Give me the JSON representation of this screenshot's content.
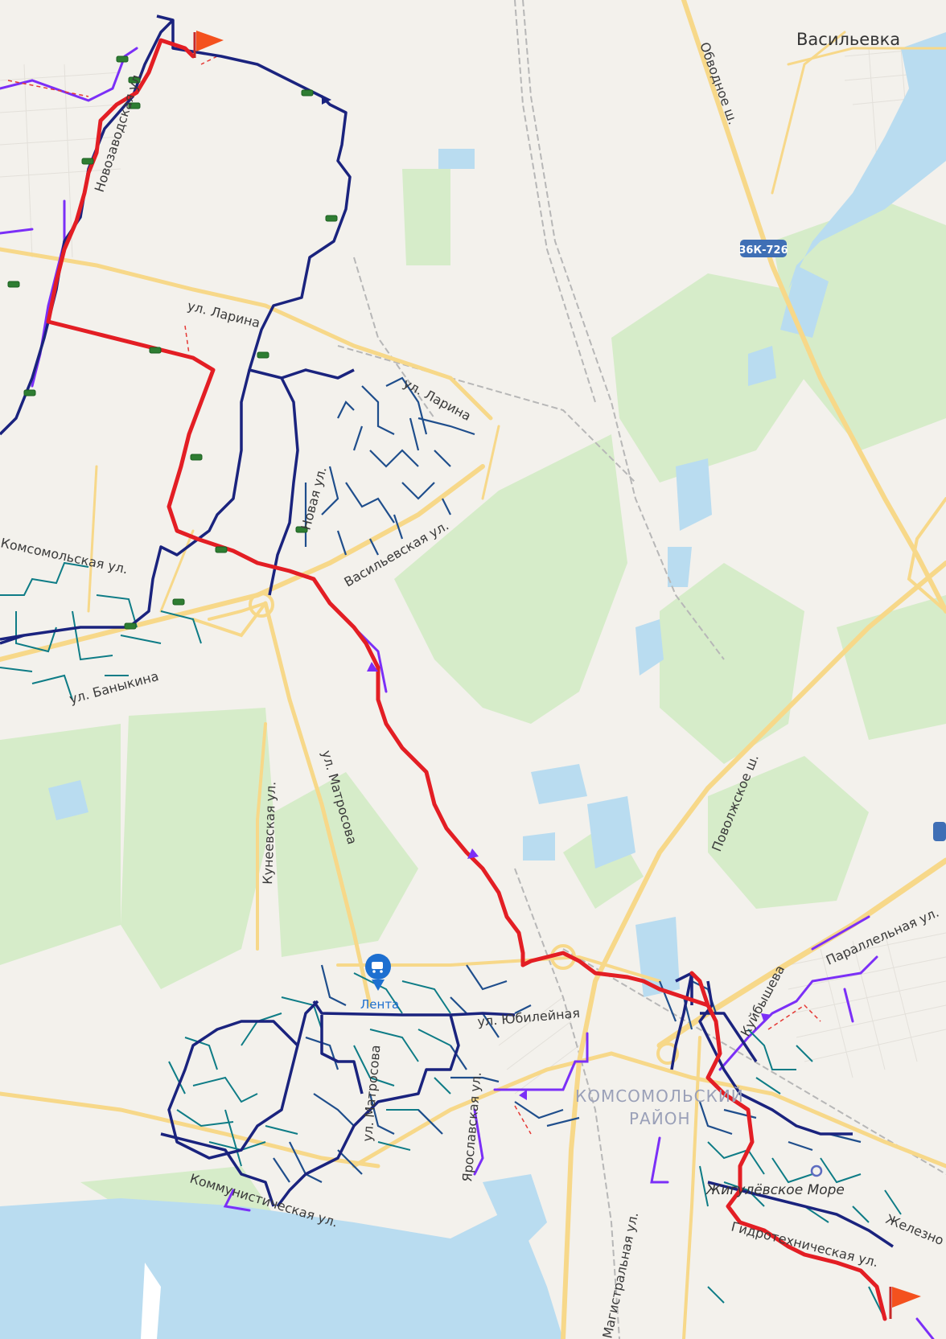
{
  "map": {
    "places": {
      "vasilevka": "Васильевка",
      "komsomolsky_1": "КОМСОМОЛЬСКИЙ",
      "komsomolsky_2": "РАЙОН",
      "zhigulevskoe_more": "Жигулёвское Море"
    },
    "roads": {
      "obvodnoe": "Обводное ш.",
      "route_36k": "36К-726",
      "novozavodskaya": "Новозаводская ул.",
      "larina_1": "ул. Ларина",
      "larina_2": "ул. Ларина",
      "novaya": "Новая ул.",
      "vasilevskaya": "Васильевская ул.",
      "komsomolskaya": "Комсомольская ул.",
      "banykina": "ул. Баныкина",
      "matrosova_1": "ул. Матросова",
      "matrosova_2": "ул. Матросова",
      "kuneevskaya": "Кунеевская ул.",
      "povolzhskoe": "Поволжское ш.",
      "kuibysheva": "Куйбышева",
      "parallelnaya": "Параллельная ул.",
      "magistralnaya": "Магистральная ул.",
      "gidrotekhnicheskaya": "Гидротехническая ул.",
      "zheleznodorozhnaya": "Железно",
      "kommunisticheskaya": "Коммунистическая ул.",
      "yaroslavskaya": "Ярославская ул.",
      "yubileynaya": "ул. Юбилейная"
    },
    "poi": {
      "lenta": "Лента"
    },
    "colors": {
      "route": "#e31e24",
      "network_dark": "#1a237e",
      "network_mid": "#1f4e8c",
      "network_teal": "#0e7c86",
      "purple": "#7b2ff7",
      "water": "#b9dcf0",
      "green": "#d6ecc9",
      "road": "#f7d889"
    }
  }
}
